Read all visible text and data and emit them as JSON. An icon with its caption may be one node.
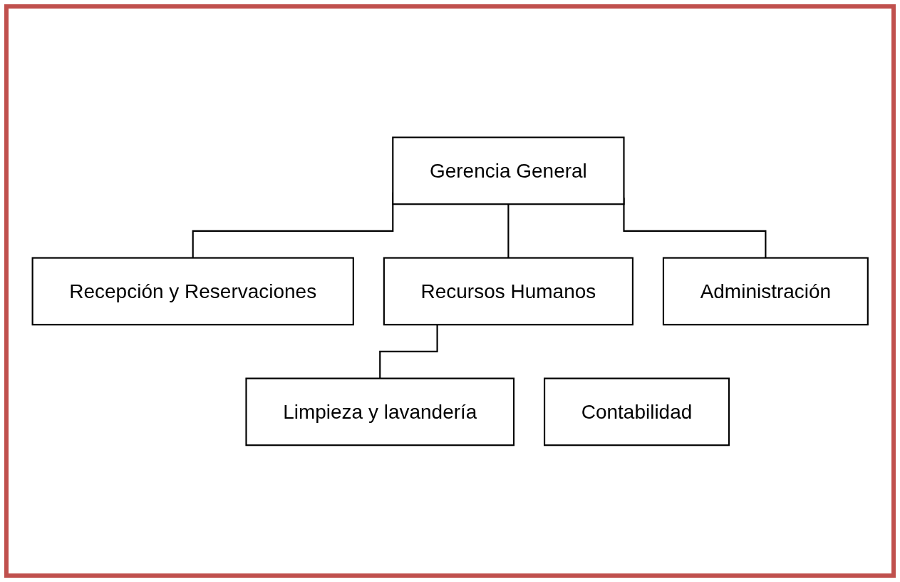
{
  "diagram": {
    "nodes": [
      {
        "text": [
          "Gerencia General"
        ]
      },
      {
        "text": [
          "Recepción y Reservaciones"
        ]
      },
      {
        "text": [
          "Recursos Humanos"
        ]
      },
      {
        "text": [
          "Administración"
        ]
      },
      {
        "text": [
          "Contabilidad"
        ]
      },
      {
        "text": [
          "Limpieza y lavandería"
        ]
      }
    ],
    "edges": [
      {
        "from": 0,
        "to": 1,
        "arrow": "none"
      },
      {
        "from": 0,
        "to": 2,
        "arrow": "none"
      },
      {
        "from": 0,
        "to": 3,
        "arrow": "none"
      },
      {
        "from": 2,
        "to": 5,
        "arrow": "none"
      }
    ]
  }
}
